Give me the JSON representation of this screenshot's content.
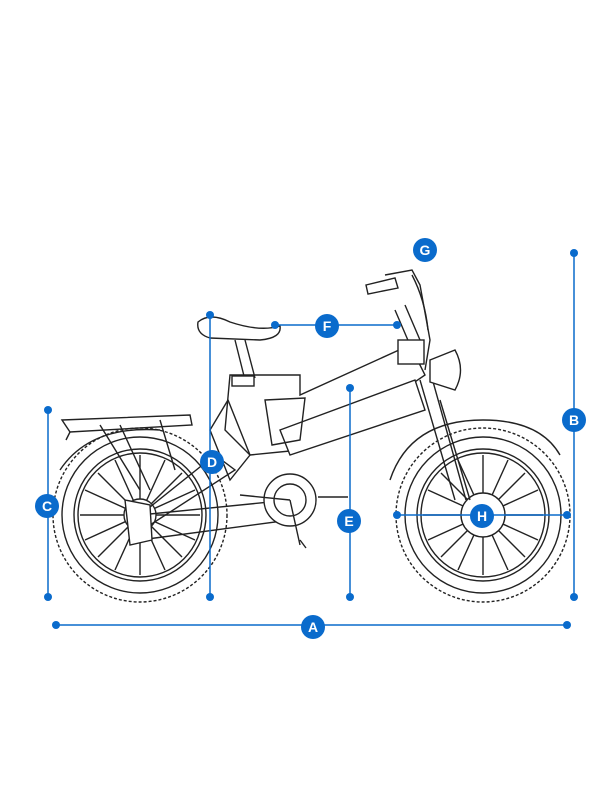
{
  "accent_color": "#0a6bcc",
  "dimensions": {
    "A": "A",
    "B": "B",
    "C": "C",
    "D": "D",
    "E": "E",
    "F": "F",
    "G": "G",
    "H": "H"
  }
}
